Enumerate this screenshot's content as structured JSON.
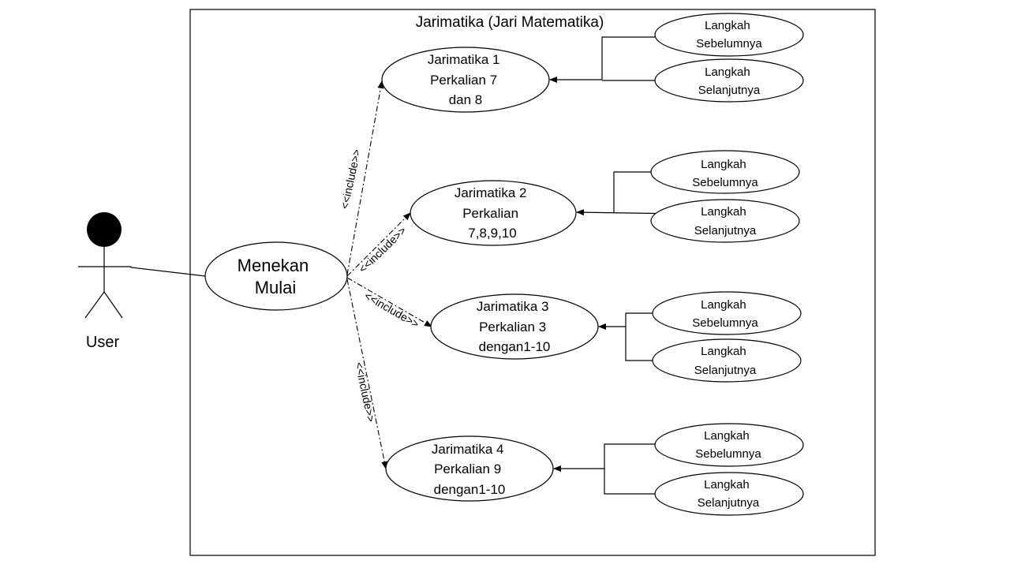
{
  "system": {
    "title": "Jarimatika (Jari Matematika)"
  },
  "actor": {
    "label": "User"
  },
  "main_use_case": {
    "lines": [
      "Menekan",
      "Mulai"
    ]
  },
  "include_label": "<<include>>",
  "use_cases": [
    {
      "lines": [
        "Jarimatika 1",
        "Perkalian 7",
        "dan 8"
      ]
    },
    {
      "lines": [
        "Jarimatika 2",
        "Perkalian",
        "7,8,9,10"
      ]
    },
    {
      "lines": [
        "Jarimatika 3",
        "Perkalian 3",
        "dengan1-10"
      ]
    },
    {
      "lines": [
        "Jarimatika 4",
        "Perkalian 9",
        "dengan1-10"
      ]
    }
  ],
  "steps": {
    "previous": [
      "Langkah",
      "Sebelumnya"
    ],
    "next": [
      "Langkah",
      "Selanjutnya"
    ]
  }
}
